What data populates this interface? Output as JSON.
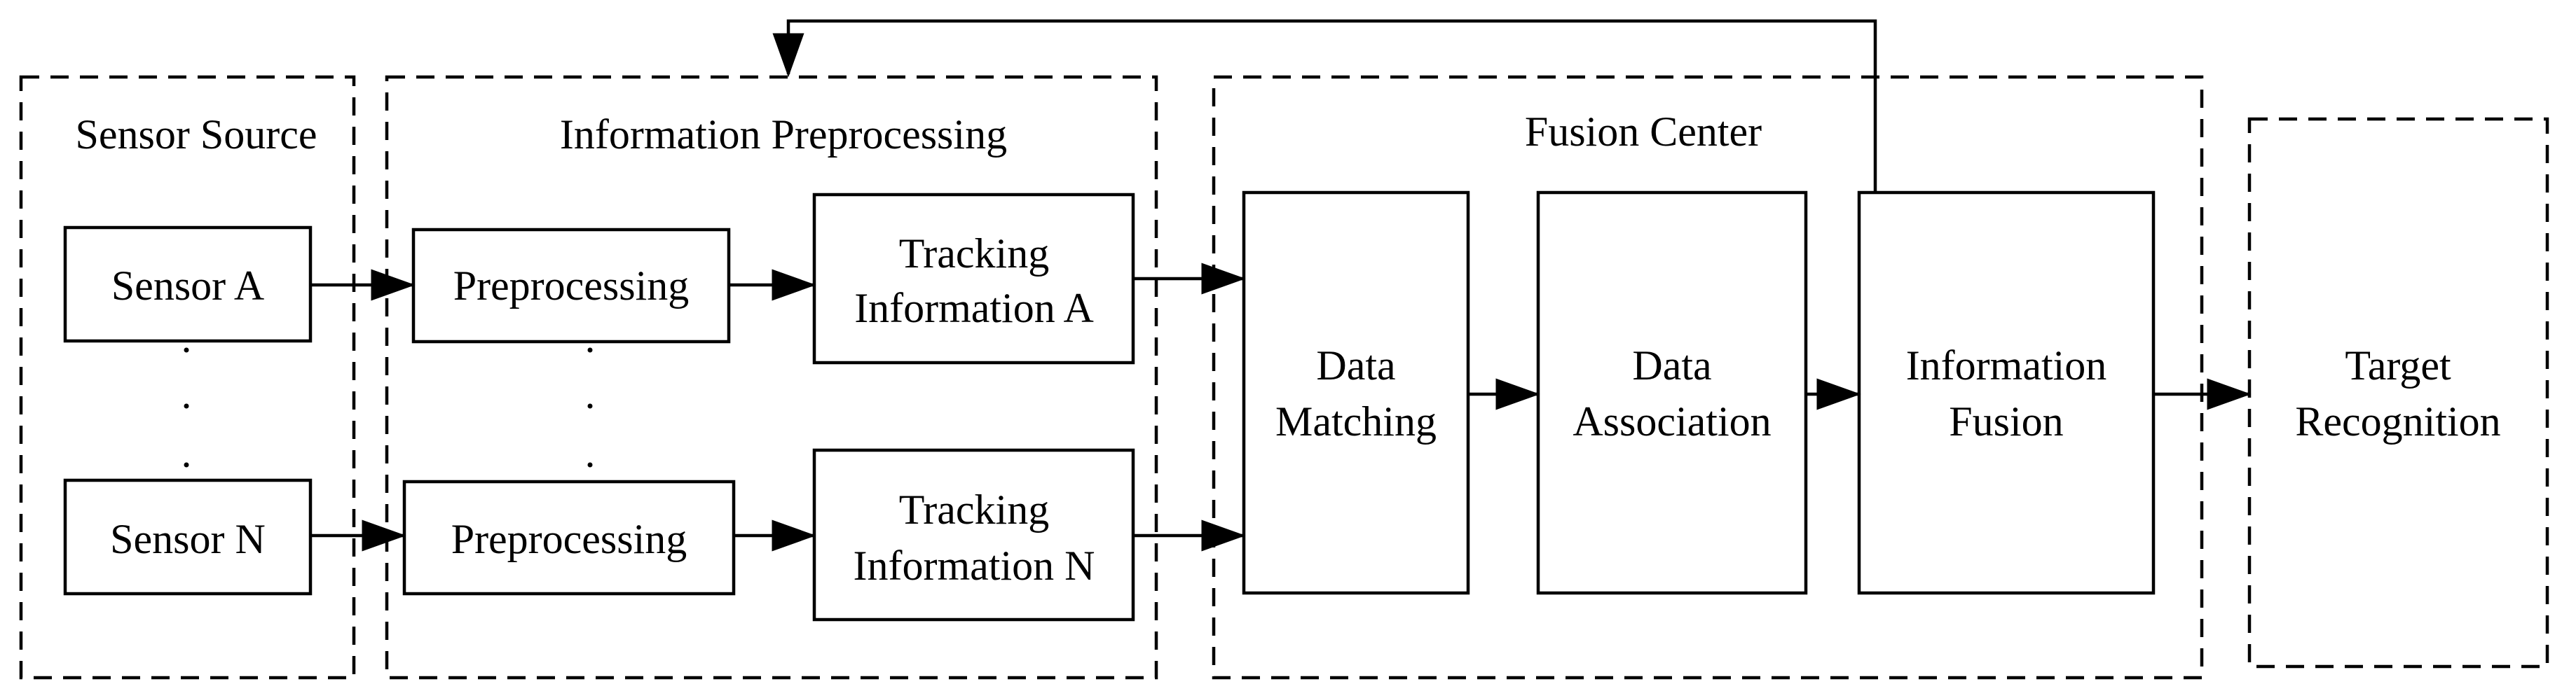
{
  "groups": {
    "sensor_source": "Sensor Source",
    "information_preprocessing": "Information Preprocessing",
    "fusion_center": "Fusion Center"
  },
  "sensors": {
    "a": "Sensor A",
    "n": "Sensor N"
  },
  "preprocessing": {
    "a": "Preprocessing",
    "n": "Preprocessing"
  },
  "tracking": {
    "a": [
      "Tracking",
      "Information A"
    ],
    "n": [
      "Tracking",
      "Information N"
    ]
  },
  "fusion": {
    "data_matching": [
      "Data",
      "Matching"
    ],
    "data_association": [
      "Data",
      "Association"
    ],
    "information_fusion": [
      "Information",
      "Fusion"
    ]
  },
  "output": {
    "target_recognition": [
      "Target",
      "Recognition"
    ]
  }
}
